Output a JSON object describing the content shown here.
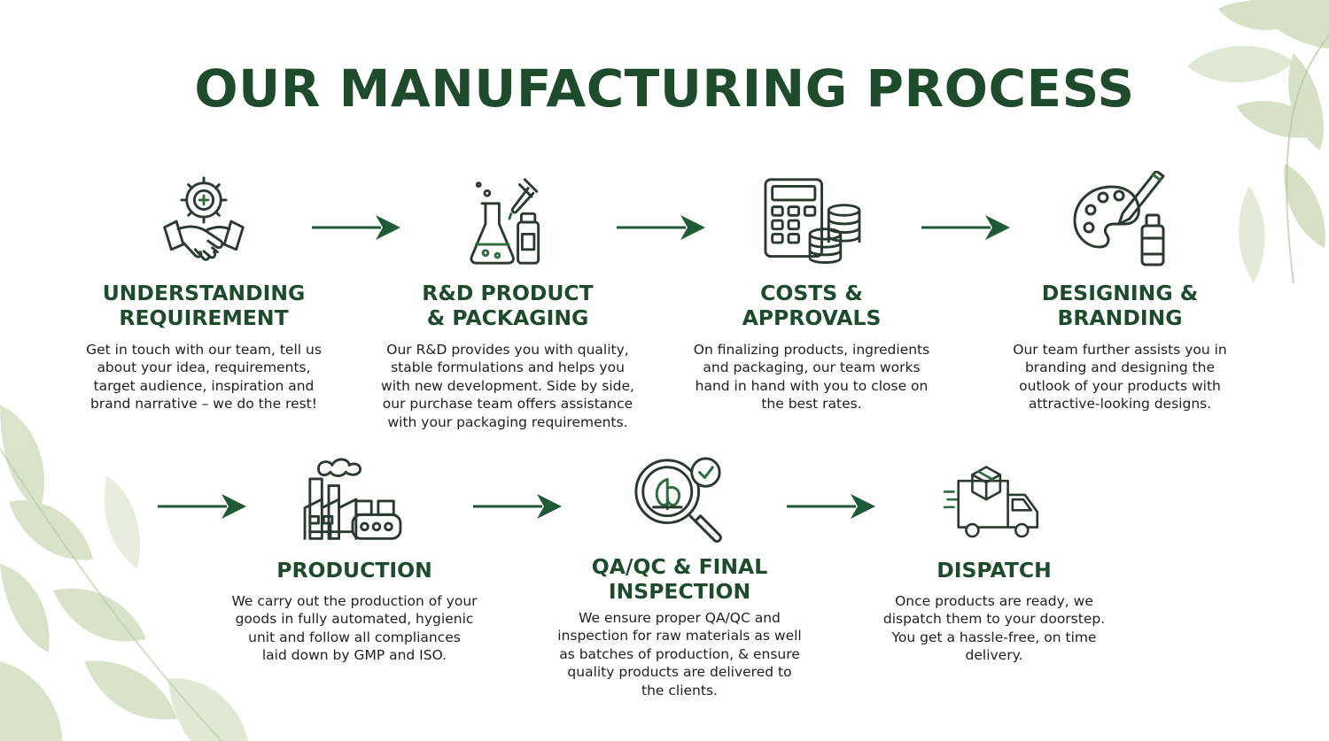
{
  "title": "OUR MANUFACTURING PROCESS",
  "colors": {
    "heading": "#1d4b2c",
    "arrow": "#1e5a36",
    "icon_stroke": "#2a3a2e",
    "icon_accent": "#2e6b3f",
    "leaf": "#c9d8b4"
  },
  "arrow_icon": "right-arrow-icon",
  "steps": [
    {
      "icon": "handshake-gear-icon",
      "title_lines": [
        "UNDERSTANDING",
        "REQUIREMENT"
      ],
      "desc_lines": [
        "Get in touch with our team, tell us",
        "about your idea, requirements,",
        "target audience, inspiration and",
        "brand narrative – we do the rest!"
      ]
    },
    {
      "icon": "lab-flask-icon",
      "title_lines": [
        "R&D PRODUCT",
        "& PACKAGING"
      ],
      "desc_lines": [
        "Our R&D provides you with quality,",
        "stable formulations and helps you",
        "with new development. Side by side,",
        "our purchase team offers assistance",
        "with your packaging requirements."
      ]
    },
    {
      "icon": "calculator-coins-icon",
      "title_lines": [
        "COSTS &",
        "APPROVALS"
      ],
      "desc_lines": [
        "On finalizing products, ingredients",
        "and packaging, our team works",
        "hand in hand with you to close on",
        "the best rates."
      ]
    },
    {
      "icon": "palette-brush-icon",
      "title_lines": [
        "DESIGNING &",
        "BRANDING"
      ],
      "desc_lines": [
        "Our team further assists you in",
        "branding and designing the",
        "outlook of your products with",
        "attractive-looking designs."
      ]
    },
    {
      "icon": "factory-icon",
      "title_lines": [
        "PRODUCTION"
      ],
      "desc_lines": [
        "We carry out the production of your",
        "goods in fully automated, hygienic",
        "unit and follow all compliances",
        "laid down by GMP and ISO."
      ]
    },
    {
      "icon": "magnifier-leaf-check-icon",
      "title_lines": [
        "QA/QC & FINAL",
        "INSPECTION"
      ],
      "desc_lines": [
        "We ensure proper QA/QC and",
        "inspection for raw materials as well",
        "as batches of production, & ensure",
        "quality products are delivered to",
        "the clients."
      ]
    },
    {
      "icon": "delivery-truck-icon",
      "title_lines": [
        "DISPATCH"
      ],
      "desc_lines": [
        "Once products are ready, we",
        "dispatch them to your doorstep.",
        "You get a hassle-free, on time",
        "delivery."
      ]
    }
  ]
}
